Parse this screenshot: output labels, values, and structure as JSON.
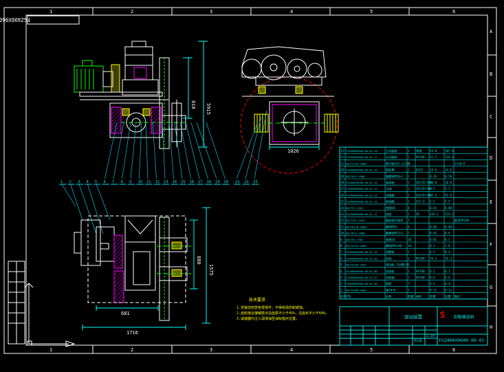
{
  "colors": {
    "background": "#000000",
    "frame": "#ffffff",
    "table": "#00e5e5",
    "part": "#00ff00",
    "dim": "#00ffff",
    "leader": "#00e5ff",
    "hatch": "#ff00ff",
    "yellow": "#ffff00",
    "red": "#ff0000",
    "white": "#ffffff"
  },
  "drawing": {
    "number": "FGZ400X9600.00-01",
    "number_rotated": "FGZ400X9600.00-01"
  },
  "grid": {
    "columns": [
      "1",
      "2",
      "3",
      "4",
      "5",
      "6"
    ],
    "rows": [
      "A",
      "B",
      "C",
      "D",
      "E",
      "F",
      "G",
      "H"
    ]
  },
  "dimensions": {
    "top_vertical_1": "810",
    "top_vertical_2": "5915",
    "side_width": "1026",
    "bottom_vertical_1": "880",
    "bottom_vertical_2": "1575",
    "bottom_width_inner": "681",
    "bottom_width_total": "1716"
  },
  "balloons": {
    "top_row": [
      "1",
      "2",
      "3",
      "4",
      "5",
      "6",
      "7",
      "8",
      "9",
      "10",
      "11",
      "12",
      "13",
      "14",
      "15",
      "16",
      "17",
      "18",
      "19",
      "20",
      "21",
      "22",
      "23"
    ]
  },
  "notes": {
    "title": "技术要求",
    "lines": [
      "1.安装前检查各零部件，不得有损伤和锈蚀。",
      "2.齿轮啮合接触斑点沿齿高不小于45%，沿齿长不小于60%。",
      "3.减速器内注入润滑油至油标指示位置。"
    ]
  },
  "bom": {
    "rows": [
      [
        "23",
        "FGZ400X9600.00-01-18",
        "主动链轮",
        "2",
        "铸钢",
        "53.8",
        "107.6",
        ""
      ],
      [
        "22",
        "FGZ400X9600.00-01-17",
        "从动链轮",
        "2",
        "HT200",
        "61.2",
        "124.4",
        ""
      ],
      [
        "21",
        "GB/T1243-2006",
        "滚子链32A-1×124",
        "1",
        "",
        "",
        "",
        "t=50.8"
      ],
      [
        "20",
        "FGZ400X9600.00-01-16",
        "链轮罩",
        "1",
        "Q235",
        "14.6",
        "14.6",
        ""
      ],
      [
        "19",
        "GB/T812-1988",
        "圆螺母M56×2",
        "2",
        "",
        "0.28",
        "0.56",
        ""
      ],
      [
        "18",
        "FGZ400X9600.00-01-15",
        "轴承座",
        "1",
        "ZG270-500",
        "10.8",
        "10.8",
        ""
      ],
      [
        "17",
        "FGZ400X9600.00-01-14",
        "主轴",
        "1",
        "ZG270-500",
        "9.5",
        "9.5",
        ""
      ],
      [
        "16",
        "FGZ400X9600.00-01-13",
        "减速器",
        "1",
        "ZG270-500",
        "45.6",
        "45.6",
        ""
      ],
      [
        "15",
        "FGZ400X9600.00-01-12",
        "联轴器",
        "1",
        "ZL7-4",
        "5.5",
        "5.5",
        ""
      ],
      [
        "14",
        "GB/T93-1987",
        "垫圈20",
        "8",
        "",
        "0.01",
        "0.08",
        ""
      ],
      [
        "13",
        "FGZ400X9600.00-01-11",
        "底座",
        "1",
        "45",
        "124.2",
        "124.2",
        ""
      ],
      [
        "12",
        "GB/T297-1994",
        "圆锥滚子轴承",
        "2",
        "",
        "",
        "",
        "配用SR100"
      ],
      [
        "11",
        "GB/T6170-2000",
        "螺母M20",
        "8",
        "",
        "0.06",
        "0.48",
        ""
      ],
      [
        "10",
        "GB/T812-1988",
        "圆螺母M72×2",
        "2",
        "",
        "0.45",
        "0.9",
        ""
      ],
      [
        "9",
        "GB/T93-1987",
        "垫圈16",
        "10",
        "",
        "0.01",
        "0.1",
        ""
      ],
      [
        "8",
        "GB/T5781-2000",
        "螺栓M16×60",
        "10",
        "",
        "0.1",
        "1.0",
        ""
      ],
      [
        "7",
        "FGZ400X9600.00-01-10",
        "调整垫",
        "2",
        "",
        "0.2",
        "0.4",
        ""
      ],
      [
        "6",
        "FGZ400X9600.00-01-09",
        "机架",
        "1",
        "HT200",
        "76.3",
        "76.3",
        ""
      ],
      [
        "5",
        "GB/T5184-1997",
        "电动机 Y160M-4",
        "1",
        "",
        "",
        "",
        ""
      ],
      [
        "4",
        "FGZ400X9600.00-01-08",
        "张紧轮",
        "1",
        "HT200",
        "8.1",
        "8.1",
        ""
      ],
      [
        "3",
        "FGZ400X9600.00-01-07",
        "张紧轴",
        "1",
        "HT200",
        "0.6",
        "0.6",
        ""
      ],
      [
        "2",
        "FGZ400X9600.00-01-06",
        "轴套",
        "1",
        "",
        "0.4",
        "0.4",
        ""
      ],
      [
        "1",
        "GB/T1096-2003",
        "键14×9",
        "1",
        "",
        "0.11",
        "0.11",
        ""
      ]
    ],
    "header": [
      "序号",
      "代号",
      "名称",
      "数量",
      "材料",
      "单重",
      "总重",
      "备注"
    ]
  },
  "title_block": {
    "name": "驱动装置",
    "company": "刮板输送机",
    "drawing_no": "FGZ400X9600.00-01",
    "scale": "1:10",
    "sheet": "共1张",
    "logo": "S"
  }
}
